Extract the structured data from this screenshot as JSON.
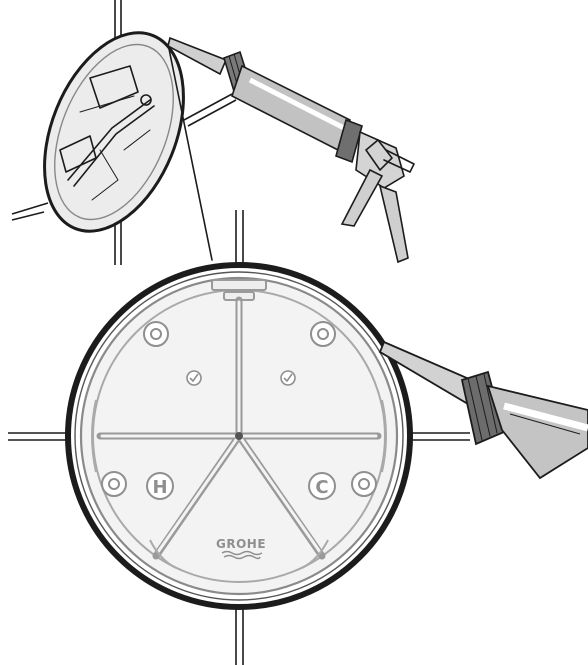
{
  "illustration": {
    "brand_logo": "GROHE",
    "hot_symbol": "H",
    "cold_symbol": "C",
    "colors": {
      "line": "#1c1c1c",
      "mounting_ring": "#e2e2e2",
      "gun_body": "#bdbdbd",
      "ring_outline": "#555555"
    }
  }
}
